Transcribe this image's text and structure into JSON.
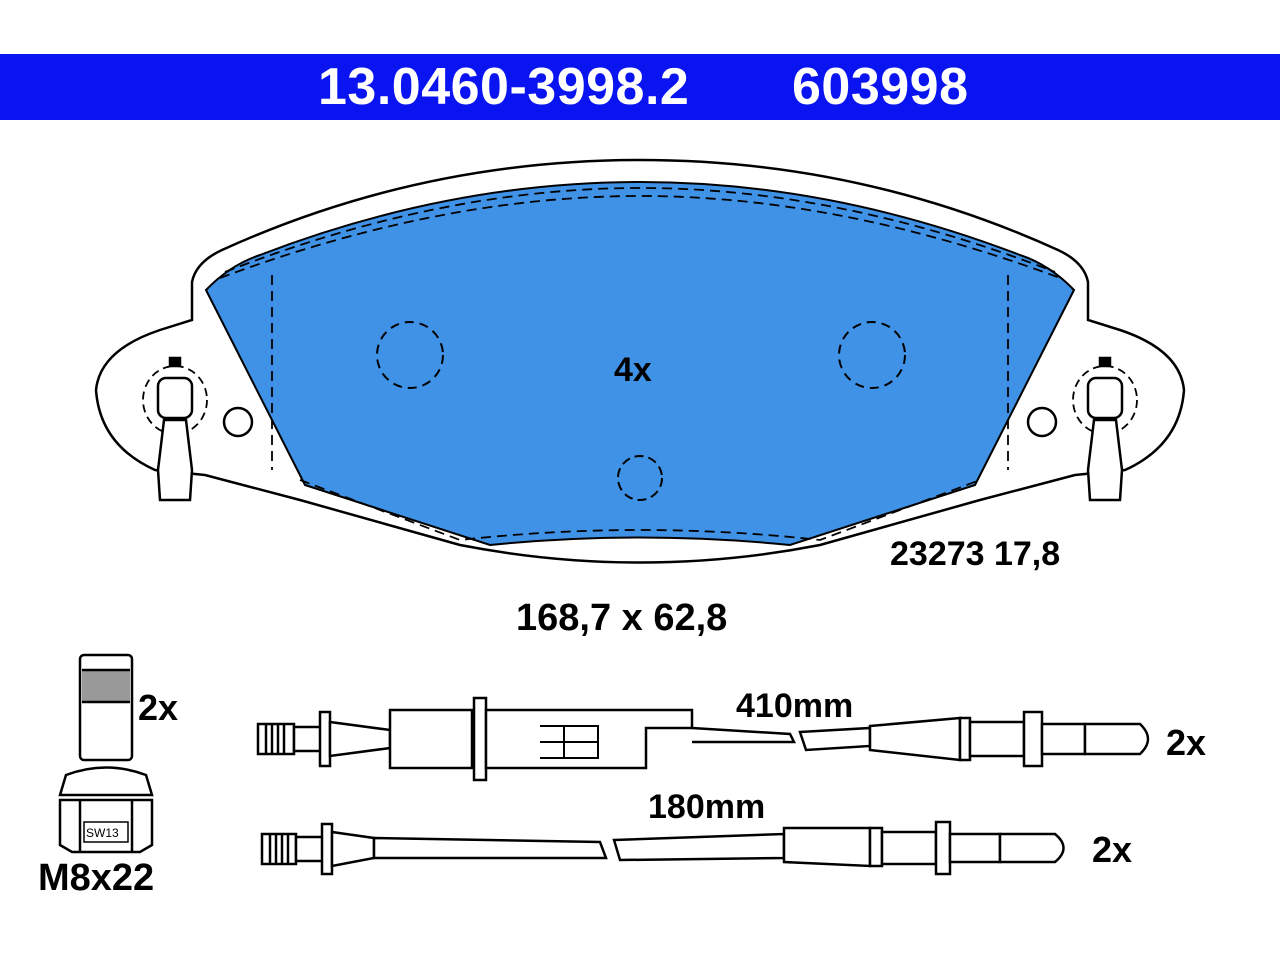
{
  "header": {
    "part_number": "13.0460-3998.2",
    "ref_number": "603998",
    "background_color": "#0a14f0"
  },
  "pad": {
    "quantity": "4x",
    "wva": "23273 17,8",
    "dimensions": "168,7 x 62,8",
    "friction_color": "#3f92e6"
  },
  "bolt": {
    "quantity": "2x",
    "wrench": "SW13",
    "size": "M8x22"
  },
  "sensors": [
    {
      "length": "410mm",
      "quantity": "2x"
    },
    {
      "length": "180mm",
      "quantity": "2x"
    }
  ]
}
